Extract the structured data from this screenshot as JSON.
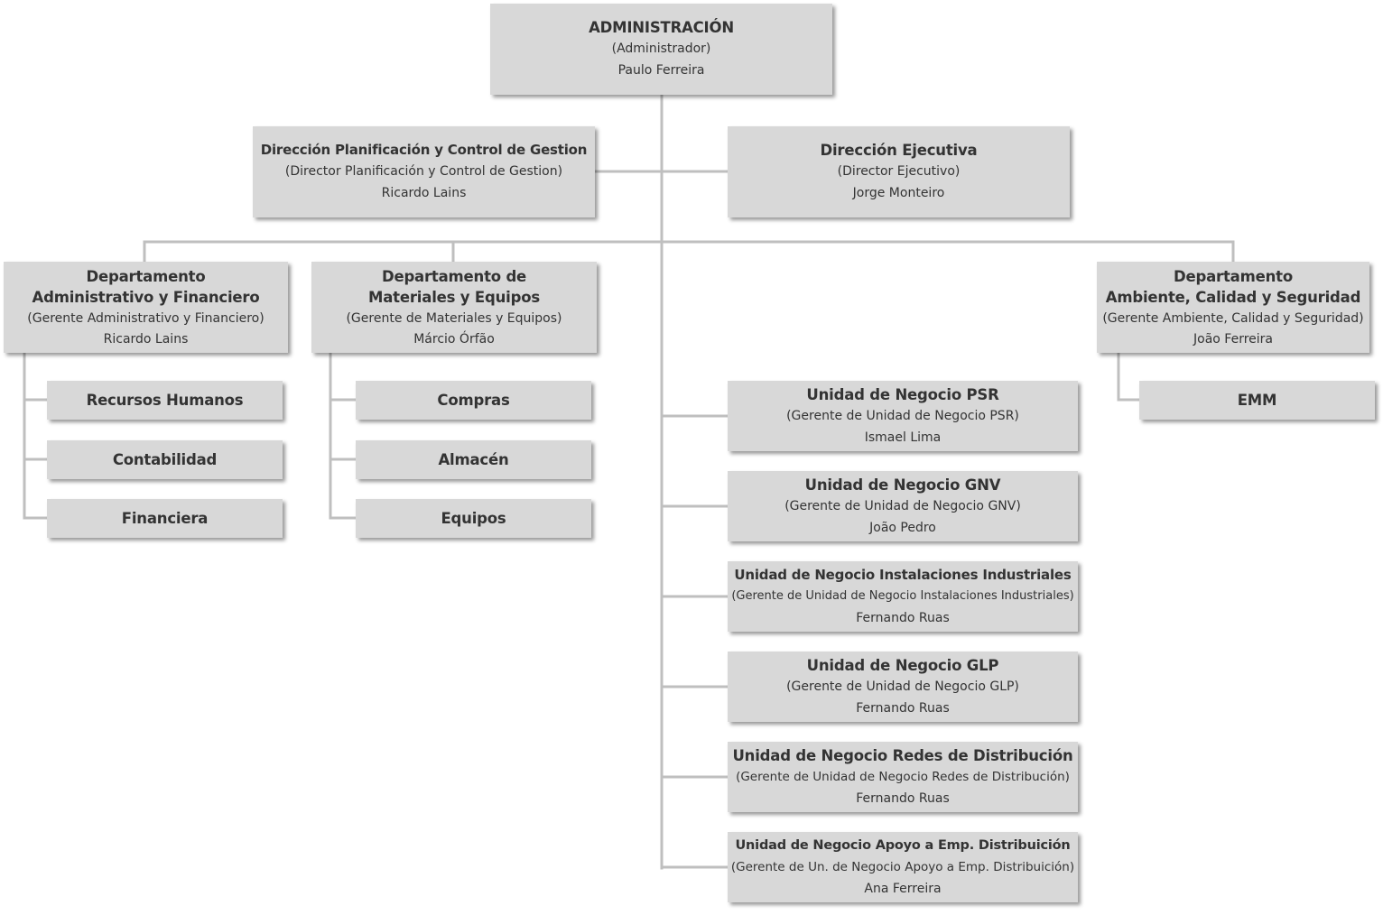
{
  "colors": {
    "box_fill": "#d8d8d8",
    "connector": "#bfbfbf",
    "text": "#333333"
  },
  "org": {
    "admin": {
      "title": "ADMINISTRACIÓN",
      "role": "(Administrador)",
      "person": "Paulo Ferreira"
    },
    "planning": {
      "title": "Dirección Planificación y Control de Gestion",
      "role": "(Director Planificación y Control de Gestion)",
      "person": "Ricardo Lains"
    },
    "executive": {
      "title": "Dirección Ejecutiva",
      "role": "(Director Ejecutivo)",
      "person": "Jorge Monteiro"
    },
    "dept_admin_fin": {
      "title_line1": "Departamento",
      "title_line2": "Administrativo y Financiero",
      "role": "(Gerente Administrativo y Financiero)",
      "person": "Ricardo Lains",
      "children": [
        "Recursos Humanos",
        "Contabilidad",
        "Financiera"
      ]
    },
    "dept_materials": {
      "title_line1": "Departamento de",
      "title_line2": "Materiales y Equipos",
      "role": "(Gerente de Materiales y Equipos)",
      "person": "Márcio Órfão",
      "children": [
        "Compras",
        "Almacén",
        "Equipos"
      ]
    },
    "dept_environment": {
      "title_line1": "Departamento",
      "title_line2": "Ambiente, Calidad y Seguridad",
      "role": "(Gerente Ambiente, Calidad y Seguridad)",
      "person": "João Ferreira",
      "children": [
        "EMM"
      ]
    },
    "business_units": [
      {
        "title": "Unidad de Negocio PSR",
        "role": "(Gerente de Unidad de Negocio PSR)",
        "person": "Ismael Lima"
      },
      {
        "title": "Unidad de Negocio GNV",
        "role": "(Gerente de Unidad de Negocio GNV)",
        "person": "João Pedro"
      },
      {
        "title": "Unidad de Negocio Instalaciones Industriales",
        "role": "(Gerente de Unidad de Negocio Instalaciones Industriales)",
        "person": "Fernando Ruas"
      },
      {
        "title": "Unidad de Negocio GLP",
        "role": "(Gerente de Unidad de Negocio GLP)",
        "person": "Fernando Ruas"
      },
      {
        "title": "Unidad de Negocio Redes de Distribución",
        "role": "(Gerente de Unidad de Negocio Redes de Distribución)",
        "person": "Fernando Ruas"
      },
      {
        "title": "Unidad de Negocio Apoyo a Emp. Distribuición",
        "role": "(Gerente de Un. de Negocio Apoyo a Emp. Distribuición)",
        "person": "Ana Ferreira"
      }
    ]
  }
}
